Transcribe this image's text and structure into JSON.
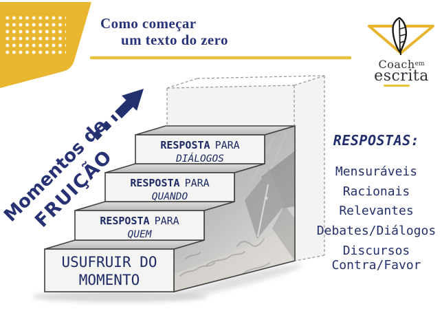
{
  "slide": {
    "header": {
      "title_line1": "Como começar",
      "title_line2": "um texto do zero"
    },
    "logo": {
      "name_part1": "Coach",
      "name_part2": "em",
      "name_part3": "escrita",
      "icon": "quill-feather-in-triangle"
    },
    "arrow": {
      "icon": "diagonal-growth-arrow",
      "label_line1": "Momentos de",
      "label_line2": "FRUIÇÃO"
    },
    "stairs": {
      "steps": [
        {
          "line1": "USUFRUIR DO",
          "line2": "MOMENTO"
        },
        {
          "prefix_bold": "RESPOSTA",
          "prefix": "PARA",
          "topic": "QUEM"
        },
        {
          "prefix_bold": "RESPOSTA",
          "prefix": "PARA",
          "topic": "QUANDO"
        },
        {
          "prefix_bold": "RESPOSTA",
          "prefix": "PARA",
          "topic": "DIÁLOGOS"
        }
      ]
    },
    "responses_panel": {
      "heading": "RESPOSTAS:",
      "items": [
        "Mensuráveis",
        "Racionais",
        "Relevantes",
        "Debates/Diálogos",
        "Discursos\nContra/Favor"
      ]
    },
    "colors": {
      "accent_yellow": "#E9B62F",
      "underline_yellow": "#E6C23C",
      "navy_text": "#22306E",
      "title_navy": "#2A3478",
      "step_face": "#F4F4F2",
      "step_top": "#C8C8C8",
      "outline_gray": "#3F3F3F"
    }
  }
}
